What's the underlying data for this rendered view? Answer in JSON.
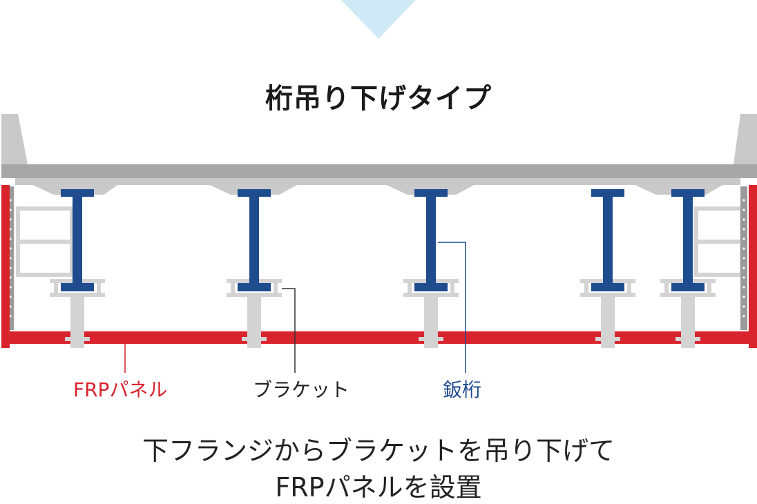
{
  "diagram": {
    "title": "桁吊り下げタイプ",
    "labels": {
      "frp_panel": "FRPパネル",
      "bracket": "ブラケット",
      "girder": "鈑桁"
    },
    "caption": {
      "line1": "下フランジからブラケットを吊り下げて",
      "line2": "FRPパネルを設置"
    },
    "colors": {
      "frp": "#d9232d",
      "girder": "#1f4c8f",
      "bracket": "#d3d3d3",
      "deck": "#bdbdbd",
      "arrow": "#cfe9f7",
      "leader_text": "#222222"
    }
  }
}
